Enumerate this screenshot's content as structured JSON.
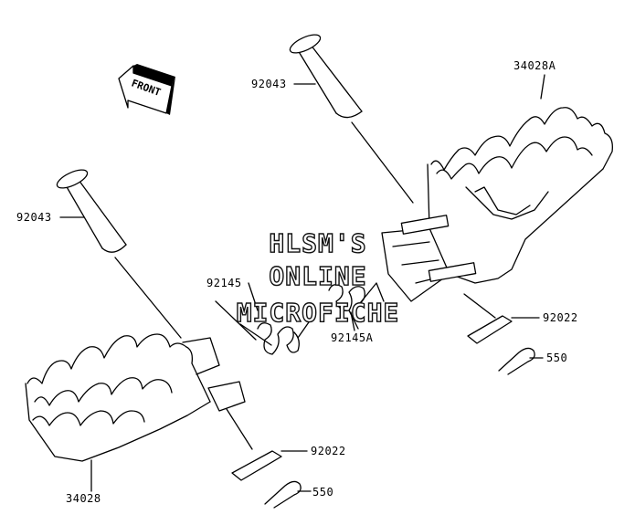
{
  "diagram": {
    "front_arrow_text": "FRONT",
    "labels": {
      "pin_right": "92043",
      "pin_left": "92043",
      "footpeg_right": "34028A",
      "footpeg_left": "34028",
      "spring_left": "92145",
      "spring_right": "92145A",
      "washer_right": "92022",
      "washer_left": "92022",
      "cotter_right": "550",
      "cotter_left": "550"
    },
    "watermark": {
      "line1": "HLSM'S",
      "line2": "ONLINE",
      "line3": "MICROFICHE"
    }
  }
}
